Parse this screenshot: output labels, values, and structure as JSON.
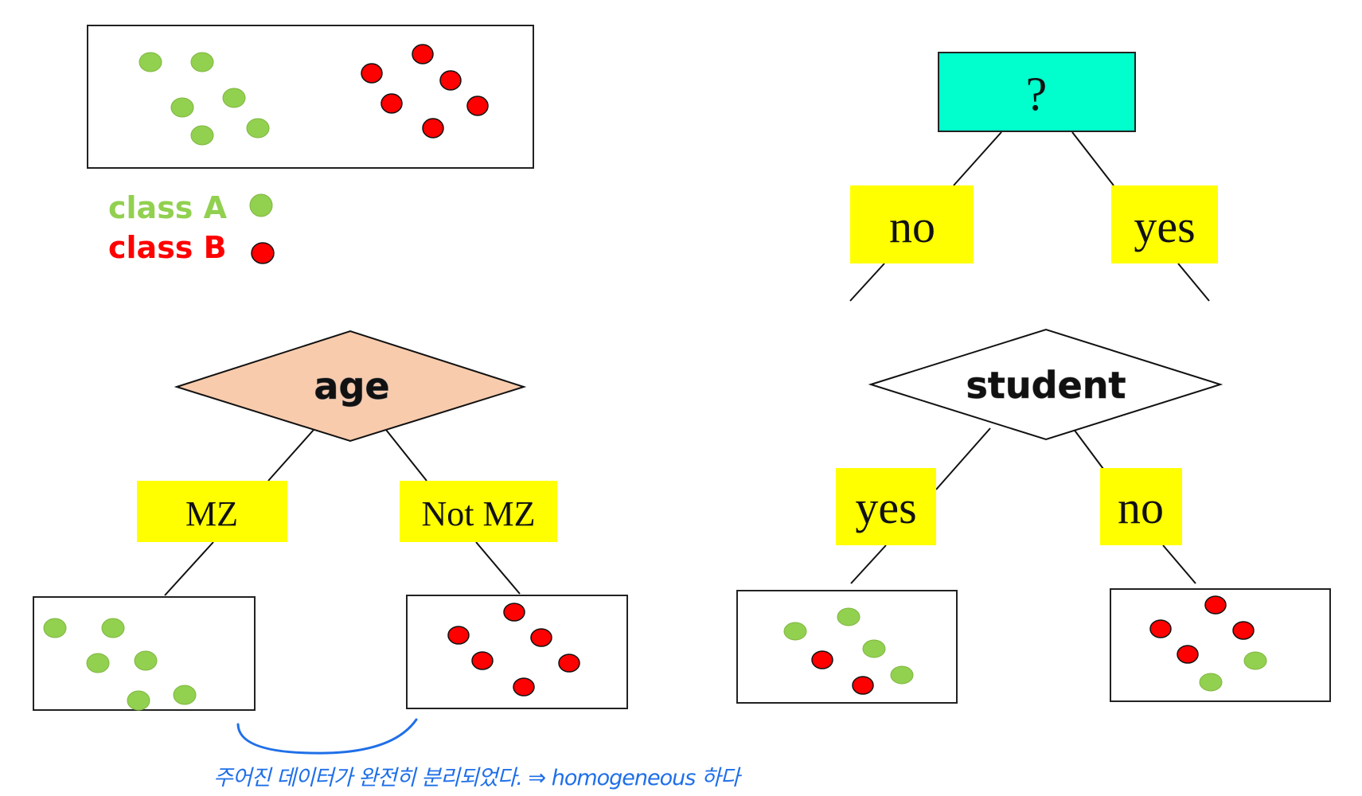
{
  "colors": {
    "class_a": "#92d050",
    "class_b": "#ff0000",
    "label_box": "#ffff00",
    "question_box": "#00ffcc",
    "age_diamond": "#f8cbad",
    "note": "#1f6fe8"
  },
  "legend": {
    "class_a": "class A",
    "class_b": "class B"
  },
  "left_tree": {
    "node": "age",
    "branch_left": "MZ",
    "branch_right": "Not MZ"
  },
  "right_tree": {
    "root": "?",
    "branch_no": "no",
    "branch_yes": "yes",
    "node": "student",
    "branch_left": "yes",
    "branch_right": "no"
  },
  "note": "주어진 데이터가 완전히 분리되었다. ⇒ homogeneous 하다"
}
